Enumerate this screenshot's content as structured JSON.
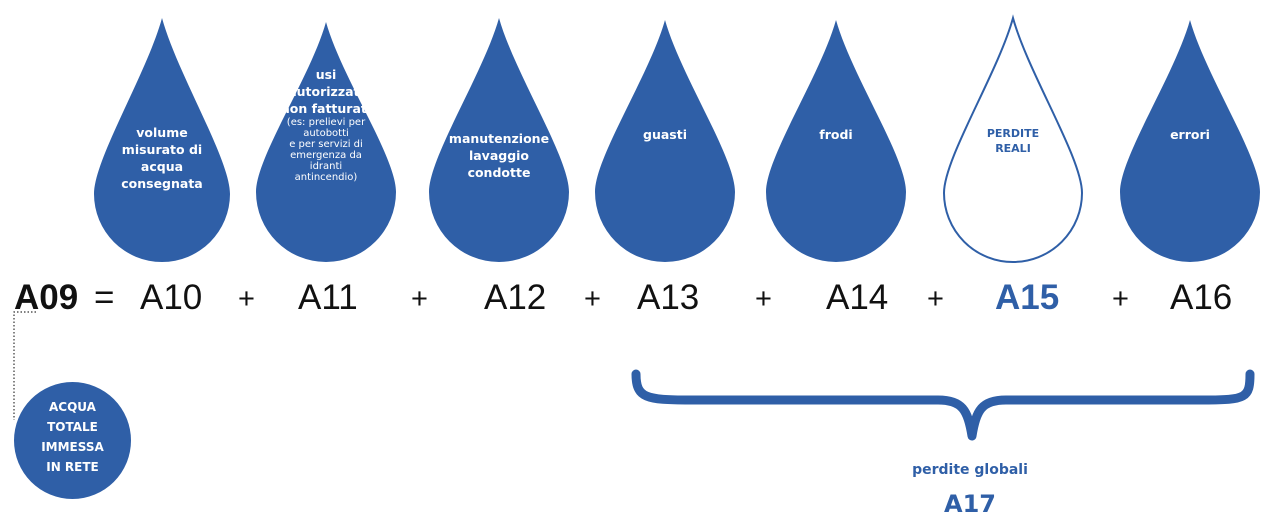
{
  "drops": [
    {
      "id": "a10",
      "title": "volume\nmisurato di\nacqua\nconsegnata",
      "sub": "",
      "filled": true
    },
    {
      "id": "a11",
      "title": "usi\nautorizzati\nnon fatturati",
      "sub": "(es: prelievi per\nautobotti\ne per servizi di\nemergenza da\nidranti\nantincendio)",
      "filled": true
    },
    {
      "id": "a12",
      "title": "manutenzione\nlavaggio\ncondotte",
      "sub": "",
      "filled": true
    },
    {
      "id": "a13",
      "title": "guasti",
      "sub": "",
      "filled": true
    },
    {
      "id": "a14",
      "title": "frodi",
      "sub": "",
      "filled": true
    },
    {
      "id": "a15",
      "title": "PERDITE\nREALI",
      "sub": "",
      "filled": false
    },
    {
      "id": "a16",
      "title": "errori",
      "sub": "",
      "filled": true
    }
  ],
  "equation": {
    "lhs": "A09",
    "equals": "=",
    "terms": [
      "A10",
      "A11",
      "A12",
      "A13",
      "A14",
      "A15",
      "A16"
    ],
    "plus": "+",
    "highlighted_term": "A15"
  },
  "total_circle": {
    "label": "ACQUA\nTOTALE\nIMMESSA\nIN RETE"
  },
  "brace": {
    "caption": "perdite globali",
    "code": "A17"
  },
  "colors": {
    "primary": "#2f5fa7",
    "text": "#111111",
    "background": "#ffffff"
  }
}
